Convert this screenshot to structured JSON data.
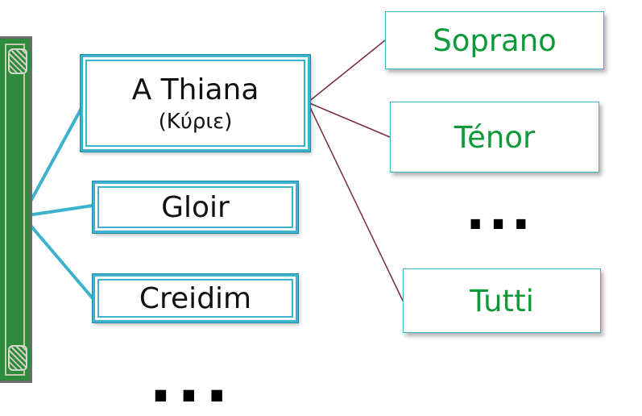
{
  "nodes": {
    "athiana": {
      "label": "A Thiana",
      "sublabel": "(Κύριε)"
    },
    "gloir": {
      "label": "Gloir"
    },
    "creidim": {
      "label": "Creidim"
    },
    "soprano": {
      "label": "Soprano"
    },
    "tenor": {
      "label": "Ténor"
    },
    "tutti": {
      "label": "Tutti"
    }
  },
  "ellipsis_right": "...",
  "ellipsis_bottom": "...",
  "colors": {
    "left_border": "#3cb2cc",
    "right_text": "#0f9a3a",
    "connector_left": "#3cb2cc",
    "connector_right": "#7a2a48",
    "book_cover": "#2e8b3e"
  }
}
